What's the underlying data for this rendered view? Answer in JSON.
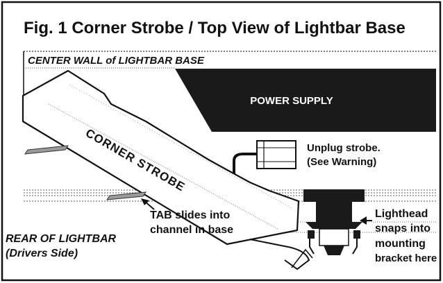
{
  "figure": {
    "title": "Fig. 1 Corner Strobe / Top View of Lightbar Base",
    "center_wall_label": "CENTER WALL of LIGHTBAR BASE",
    "power_supply_label": "POWER SUPPLY",
    "corner_strobe_label": "CORNER STROBE",
    "unplug_note": [
      "Unplug strobe.",
      "(See Warning)"
    ],
    "tab_note": [
      "TAB slides into",
      "channel in base"
    ],
    "lighthead_note": [
      "Lighthead",
      "snaps into",
      "mounting",
      "bracket here"
    ],
    "rear_label": [
      "REAR OF LIGHTBAR",
      "(Drivers Side)"
    ]
  },
  "colors": {
    "ink": "#111111",
    "power_supply_fill": "#1a1a1a",
    "tab_fill": "#9a9a9a",
    "background": "#ffffff"
  }
}
